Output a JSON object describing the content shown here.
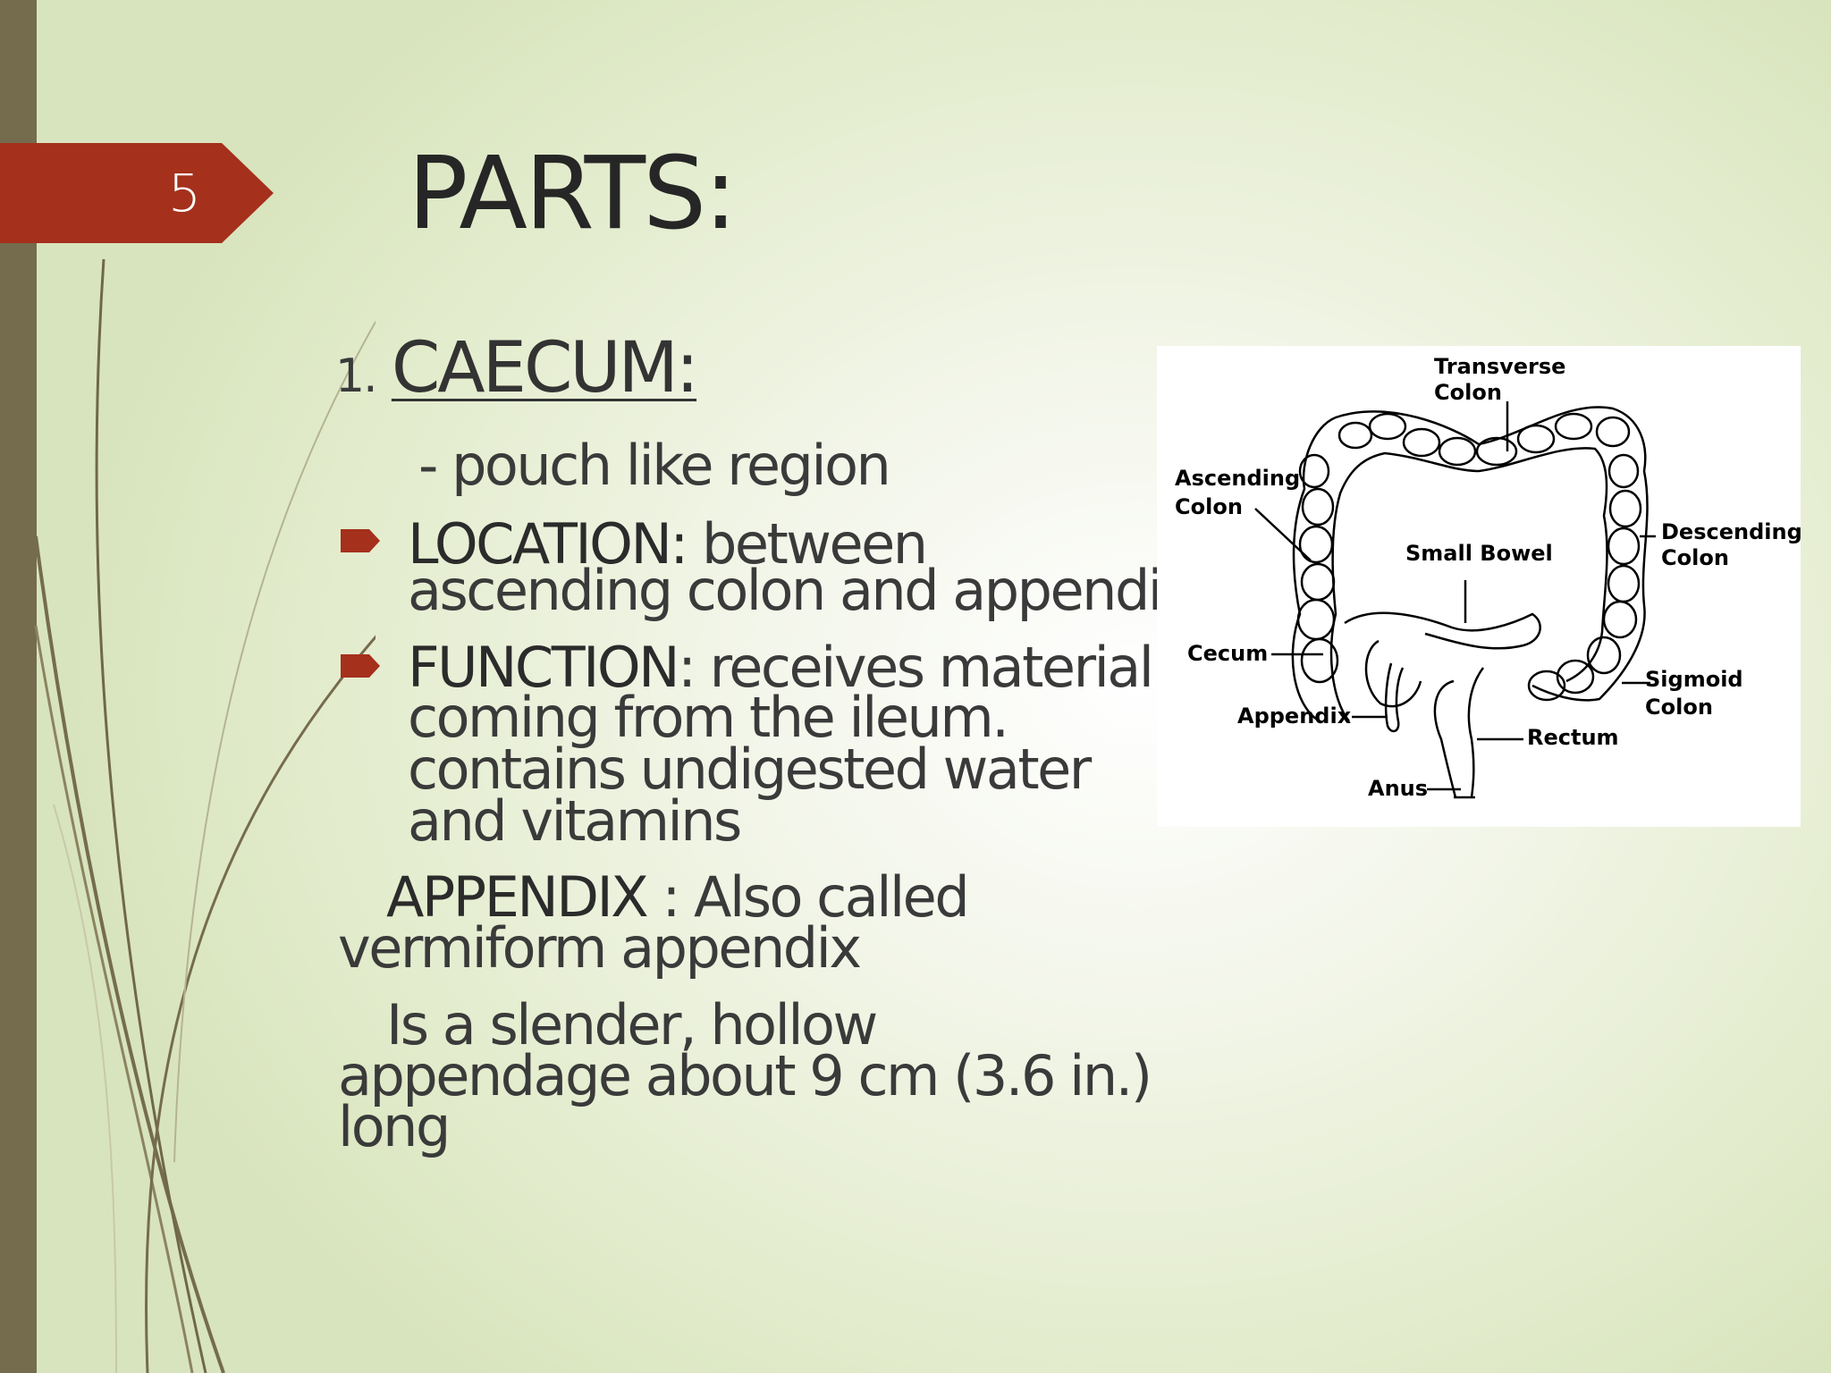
{
  "slide_number": "5",
  "title": "PARTS:",
  "section": {
    "number": "1.",
    "heading": "CAECUM:"
  },
  "subtitle": "- pouch like region",
  "location": {
    "label": "LOCATION:",
    "line1": "between",
    "line2": "ascending colon and appendix"
  },
  "function": {
    "label": "FUNCTION",
    "line1": ": receives material",
    "line2": "coming from the ileum.",
    "line3": "contains undigested water",
    "line4": "and vitamins"
  },
  "appendix": {
    "label": "APPENDIX",
    "line1": " : Also called",
    "line2": "vermiform appendix"
  },
  "description": {
    "line1": "Is a slender, hollow",
    "line2": "appendage about 9 cm (3.6 in.)",
    "line3": "long"
  },
  "diagram": {
    "transverse_colon": [
      "Transverse",
      "Colon"
    ],
    "ascending_colon": [
      "Ascending",
      "Colon"
    ],
    "descending_colon": [
      "Descending",
      "Colon"
    ],
    "small_bowel": "Small Bowel",
    "cecum": "Cecum",
    "sigmoid_colon": [
      "Sigmoid",
      "Colon"
    ],
    "appendix": "Appendix",
    "rectum": "Rectum",
    "anus": "Anus"
  },
  "colors": {
    "accent": "#a5301c",
    "sidebar": "#756c4d",
    "background": "#e3eccd"
  }
}
